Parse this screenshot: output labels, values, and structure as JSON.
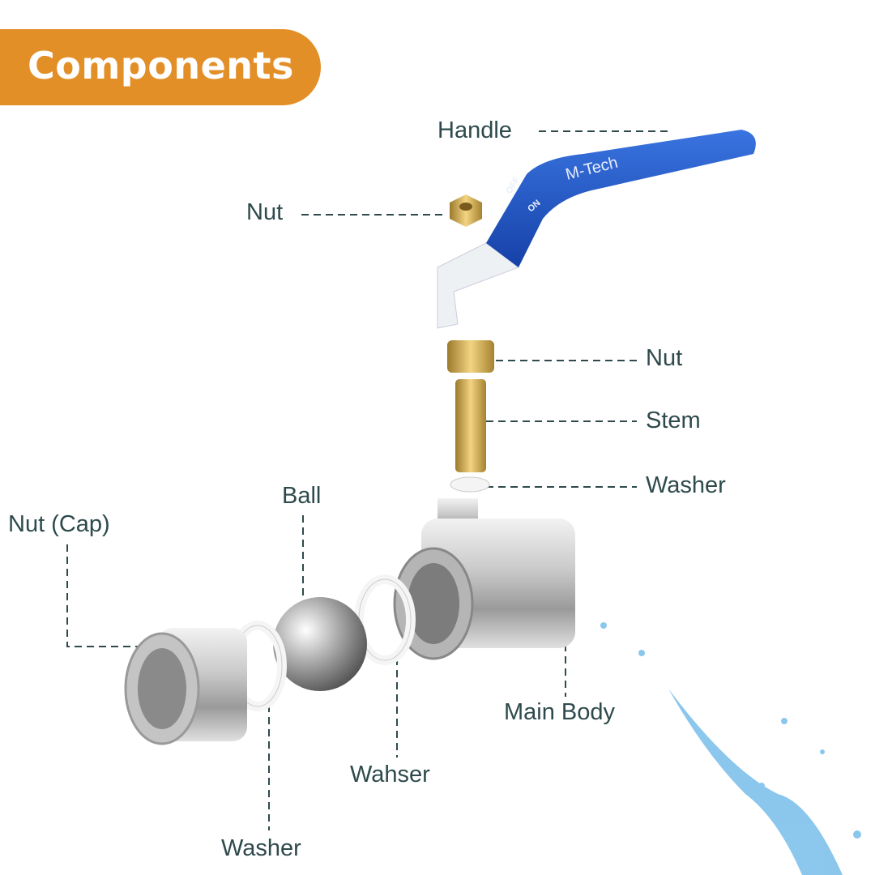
{
  "title": "Components",
  "labels": {
    "handle": "Handle",
    "nut_top": "Nut",
    "nut_mid": "Nut",
    "stem": "Stem",
    "washer_top": "Washer",
    "ball": "Ball",
    "nut_cap": "Nut (Cap)",
    "main_body": "Main Body",
    "wahser": "Wahser",
    "washer_bottom": "Washer"
  },
  "handle_markings": [
    "M-Tech",
    "OFF",
    "ON"
  ],
  "colors": {
    "accent": "#e38f27",
    "label": "#2e4a4c",
    "handle": "#1f55c8",
    "brass": "#c9a24a"
  }
}
